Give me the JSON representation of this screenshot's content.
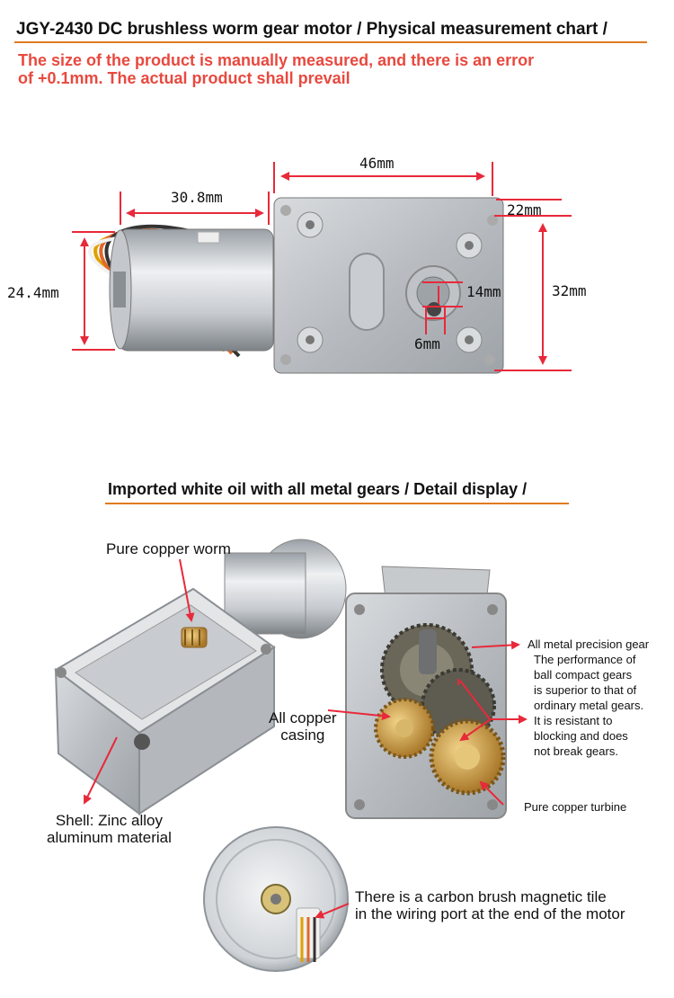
{
  "header": {
    "title": "JGY-2430 DC brushless worm gear motor / Physical measurement chart /",
    "note_line1": "The size of the product is manually measured, and there is an error",
    "note_line2": "of +0.1mm. The actual product shall prevail"
  },
  "dimensions": {
    "width_gearbox": "46mm",
    "length_motor": "30.8mm",
    "depth": "22mm",
    "diameter_motor": "24.4mm",
    "height_gearbox": "32mm",
    "shaft_offset": "14mm",
    "shaft_diameter": "6mm"
  },
  "detail": {
    "title": "Imported white oil with all metal gears / Detail display /",
    "labels": {
      "worm": "Pure copper worm",
      "precision_gear": "All metal precision gear",
      "performance_1": "The performance of",
      "performance_2": "ball compact gears",
      "performance_3": "is superior to that of",
      "performance_4": "ordinary metal gears.",
      "performance_5": "It is resistant to",
      "performance_6": "blocking and does",
      "performance_7": "not break gears.",
      "casing_1": "All copper",
      "casing_2": "casing",
      "turbine": "Pure copper turbine",
      "shell_1": "Shell: Zinc alloy",
      "shell_2": "aluminum material",
      "brush_1": "There is a carbon brush magnetic tile",
      "brush_2": "in the wiring port at the end of the motor"
    }
  },
  "colors": {
    "accent_rule": "#e07a1f",
    "note_text": "#e8493f",
    "dimension_arrow": "#e8293a"
  }
}
